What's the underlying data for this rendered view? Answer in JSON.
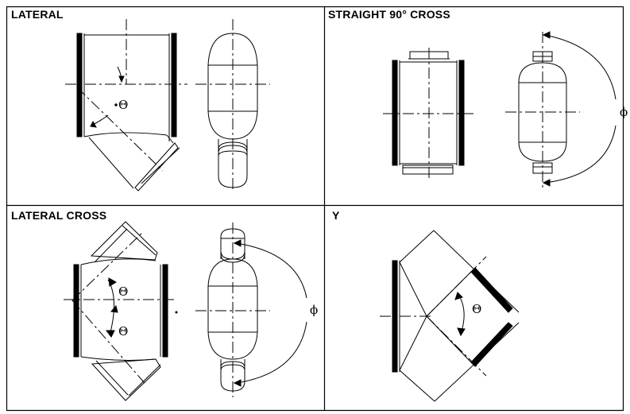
{
  "panels": [
    {
      "title": "LATERAL"
    },
    {
      "title": "STRAIGHT 90° CROSS"
    },
    {
      "title": "LATERAL CROSS"
    },
    {
      "title": "Y"
    }
  ],
  "symbols": {
    "theta": "Θ",
    "phi": "ϕ"
  }
}
